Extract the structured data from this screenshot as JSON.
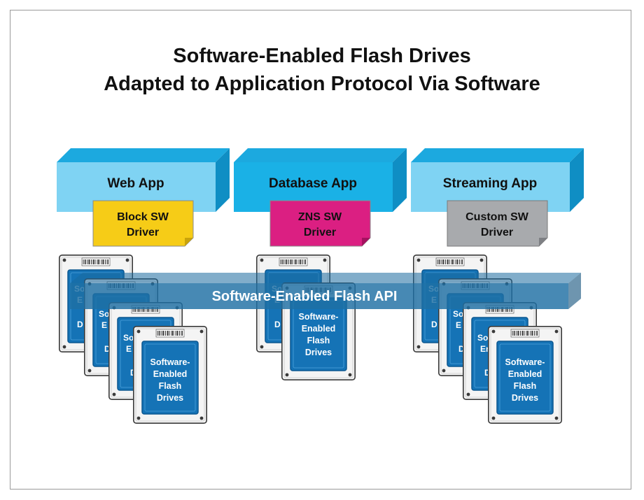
{
  "title": {
    "line1": "Software-Enabled Flash Drives",
    "line2": "Adapted to Application Protocol Via Software"
  },
  "apps": [
    {
      "label": "Web App",
      "driver_line1": "Block SW",
      "driver_line2": "Driver",
      "driver_color": "#f6cc17"
    },
    {
      "label": "Database App",
      "driver_line1": "ZNS SW",
      "driver_line2": "Driver",
      "driver_color": "#db1f82"
    },
    {
      "label": "Streaming App",
      "driver_line1": "Custom SW",
      "driver_line2": "Driver",
      "driver_color": "#a8aaad"
    }
  ],
  "api_bar": {
    "label": "Software-Enabled Flash API"
  },
  "drive": {
    "line1": "Software-",
    "line2": "Enabled",
    "line3": "Flash",
    "line4": "Drives"
  },
  "drive_partial": {
    "line1": "So",
    "line2": "E",
    "line3": "D"
  },
  "drive_partial_wide": {
    "line1": "Sof",
    "line2": "En",
    "line3": "D"
  },
  "colors": {
    "app_front": "#7fd3f3",
    "app_front_mid": "#1ab1e6",
    "app_top": "#1ca9df",
    "app_side": "#0f8ec4",
    "api_bar": "#1f6fa3",
    "drive_label": "#1573b6",
    "drive_label_border": "#0b5790"
  }
}
